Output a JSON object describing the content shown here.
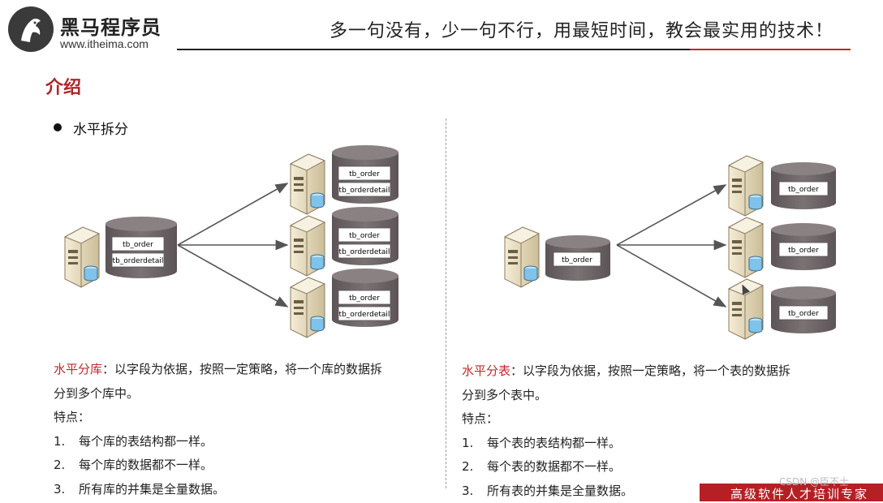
{
  "header": {
    "logo_name": "黑马程序员",
    "logo_url": "www.itheima.com",
    "slogan": "多一句没有，少一句不行，用最短时间，教会最实用的技术！"
  },
  "section_title": "介绍",
  "bullet": "水平拆分",
  "diagram_labels": {
    "tb_order": "tb_order",
    "tb_orderdetail": "tb_orderdetail"
  },
  "left": {
    "term": "水平分库",
    "desc_line1": "：以字段为依据，按照一定策略，将一个库的数据拆",
    "desc_line2": "分到多个库中。",
    "features_label": "特点：",
    "features": [
      {
        "num": "1.",
        "text": "每个库的表结构都一样。"
      },
      {
        "num": "2.",
        "text": "每个库的数据都不一样。"
      },
      {
        "num": "3.",
        "text": "所有库的并集是全量数据。"
      }
    ]
  },
  "right": {
    "term": "水平分表",
    "desc_line1": "：以字段为依据，按照一定策略，将一个表的数据拆",
    "desc_line2": "分到多个表中。",
    "features_label": "特点：",
    "features": [
      {
        "num": "1.",
        "text": "每个表的表结构都一样。"
      },
      {
        "num": "2.",
        "text": "每个表的数据都不一样。"
      },
      {
        "num": "3.",
        "text": "所有表的并集是全量数据。"
      }
    ]
  },
  "footer": {
    "banner_text": "高级软件人才培训专家",
    "watermark": "CSDN @臣不士"
  },
  "colors": {
    "accent": "#c0282b",
    "db_body": "#6e6567",
    "db_top": "#8a8183",
    "server": "#e8dcc0"
  },
  "icons": [
    "server-icon",
    "database-icon",
    "arrow-icon",
    "logo-horse-icon"
  ]
}
